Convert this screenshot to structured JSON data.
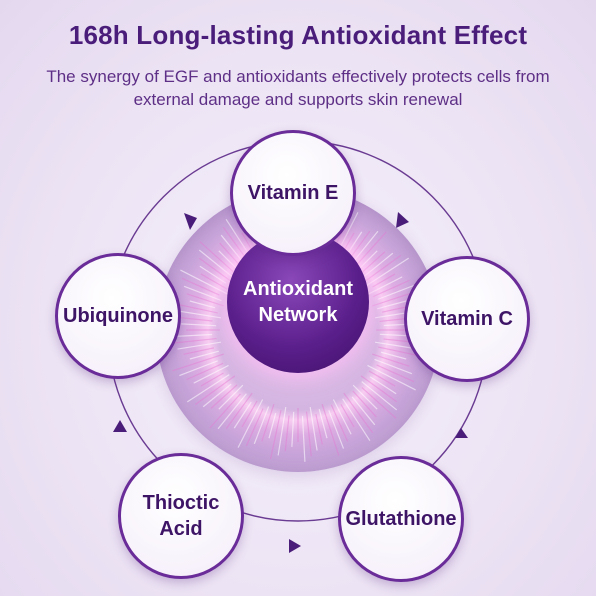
{
  "header": {
    "title": "168h Long-lasting Antioxidant Effect",
    "subtitle": "The synergy of EGF and antioxidants effectively protects cells from external damage and supports skin renewal"
  },
  "diagram": {
    "center": {
      "line1": "Antioxidant",
      "line2": "Network"
    },
    "nodes": [
      {
        "line1": "Vitamin E",
        "line2": ""
      },
      {
        "line1": "Vitamin C",
        "line2": ""
      },
      {
        "line1": "Glutathione",
        "line2": ""
      },
      {
        "line1": "Thioctic",
        "line2": "Acid"
      },
      {
        "line1": "Ubiquinone",
        "line2": ""
      }
    ]
  },
  "colors": {
    "accent": "#4a1d7a",
    "node_border": "#6a2c98",
    "center_fill": "#5b1f8c"
  }
}
